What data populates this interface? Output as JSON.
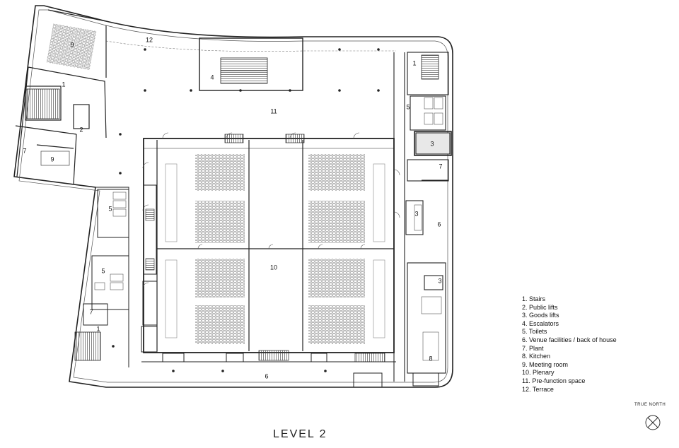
{
  "title": "LEVEL 2",
  "north_label": "TRUE NORTH",
  "legend": [
    "1. Stairs",
    "2. Public lifts",
    "3. Goods lifts",
    "4. Escalators",
    "5. Toilets",
    "6. Venue facilities / back of house",
    "7. Plant",
    "8. Kitchen",
    "9. Meeting room",
    "10. Plenary",
    "11. Pre-function space",
    "12. Terrace"
  ],
  "room_numbers": [
    "12",
    "9",
    "4",
    "1",
    "11",
    "2",
    "7",
    "9",
    "5",
    "10",
    "5",
    "7",
    "1",
    "6",
    "1",
    "5",
    "3",
    "7",
    "3",
    "6",
    "3",
    "8"
  ]
}
